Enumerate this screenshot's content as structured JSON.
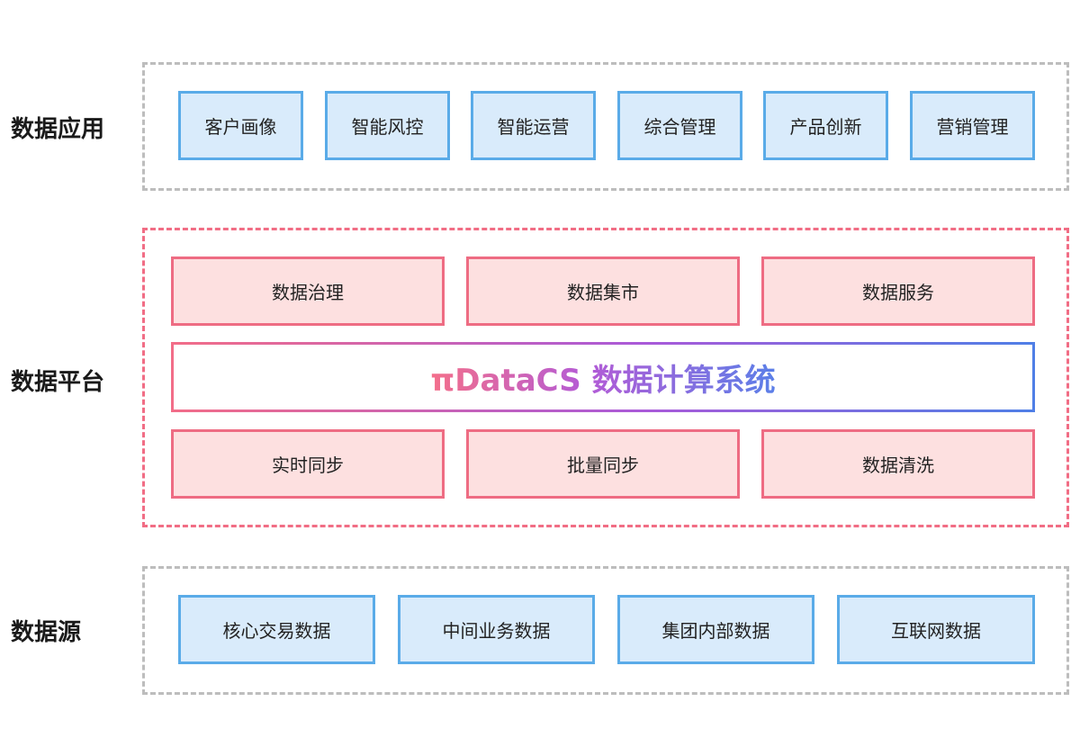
{
  "layers": {
    "application": {
      "label": "数据应用",
      "items": [
        "客户画像",
        "智能风控",
        "智能运营",
        "综合管理",
        "产品创新",
        "营销管理"
      ]
    },
    "platform": {
      "label": "数据平台",
      "top_items": [
        "数据治理",
        "数据集市",
        "数据服务"
      ],
      "core_title": "πDataCS 数据计算系统",
      "bottom_items": [
        "实时同步",
        "批量同步",
        "数据清洗"
      ]
    },
    "source": {
      "label": "数据源",
      "items": [
        "核心交易数据",
        "中间业务数据",
        "集团内部数据",
        "互联网数据"
      ]
    }
  },
  "colors": {
    "blue_fill": "#d9ebfb",
    "blue_border": "#5aabe8",
    "pink_fill": "#fde0e0",
    "pink_border": "#ee6c83",
    "neutral_dash": "#bdbdbd",
    "gradient_start": "#f26d88",
    "gradient_end": "#4f7fe6"
  }
}
